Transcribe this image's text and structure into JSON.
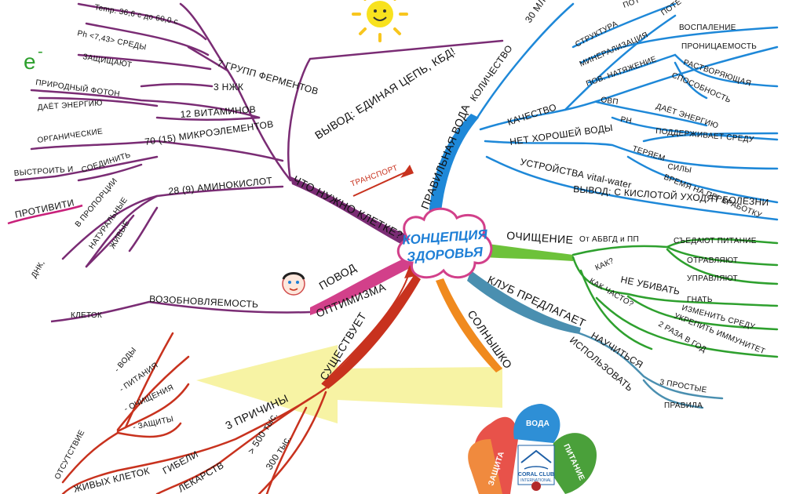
{
  "center": {
    "line1": "КОНЦЕПЦИЯ",
    "line2": "ЗДОРОВЬЯ"
  },
  "electron": "e",
  "electron_sup": "-",
  "transport": "ТРАНСПОРТ",
  "left_top": {
    "what_cell_needs": "ЧТО НУЖНО КЛЕТКЕ?",
    "conclusion": "ВЫВОД: ЕДИНАЯ ЦЕПЬ, КБД!",
    "enzymes": "7 ГРУПП ФЕРМЕНТОВ",
    "temp": "Temp. 36,6 c до 60,0 c",
    "ph": "Ph <7,43>  СРЕДЫ",
    "protect": "ЗАЩИЩАЮТ",
    "efa": "3 НЖК",
    "vitamins": "12 ВИТАМИНОВ",
    "photon": "ПРИРОДНЫЙ ФОТОН",
    "energy": "ДАЁТ ЭНЕРГИЮ",
    "microelements": "70 (15) МИКРОЭЛЕМЕНТОВ",
    "organic": "ОРГАНИЧЕСКИЕ",
    "build": "ВЫСТРОИТЬ И",
    "connect": "СОЕДИНИТЬ",
    "aminoacids": "28 (9) АМИНОКИСЛОТ",
    "proportion": "В ПРОПОРЦИИ",
    "natural": "НАТУРАЛЬНЫЕ",
    "living": "ЖИВЫЕ",
    "against": "ПРОТИВИТИ",
    "dna": "ДНК,"
  },
  "left_mid": {
    "reason": "ПОВОД",
    "optimism": "ОПТИМИЗМА",
    "renewal": "ВОЗОБНОВЛЯЕМОСТЬ",
    "cells": "КЛЕТОК"
  },
  "left_bottom": {
    "exists": "СУЩЕСТВУЕТ",
    "three_reasons": "3 ПРИЧИНЫ",
    "water": "- ВОДЫ",
    "food": "- ПИТАНИЯ",
    "cleansing": "- ОЧИЩЕНИЯ",
    "protection": "- ЗАЩИТЫ",
    "absence": "ОТСУТСТВИЕ",
    "living_cells": "ЖИВЫХ КЛЕТОК",
    "death": "ГИБЕЛИ",
    "drugs": "ЛЕКАРСТВ",
    "k500": "> 500 тыс.",
    "k300": "300 тыс."
  },
  "right_top": {
    "right_water": "ПРАВИЛЬНАЯ ВОДА",
    "quantity": "КОЛИЧЕСТВО",
    "ml30": "30 МЛ Н",
    "quality": "КАЧЕСТВО",
    "structure": "СТРУКТУРА",
    "mineralization": "МИНЕРАЛИЗАЦИЯ",
    "tension": "ПОВ. НАТЯЖЕНИЕ",
    "pot": "ПОТ",
    "pote": "ПОТЕ",
    "inflammation": "ВОСПАЛЕНИЕ",
    "permeability": "ПРОНИЦАЕМОСТЬ",
    "dissolving": "РАСТВОРЯЮЩАЯ",
    "ability": "СПОСОБНОСТЬ",
    "ovp": "ОВП",
    "gives_energy": "ДАЁТ ЭНЕРГИЮ",
    "rn": "РН",
    "supports_env": "ПОДДЕРЖИВАЕТ СРЕДУ",
    "no_good_water": "НЕТ ХОРОШЕЙ ВОДЫ",
    "lose": "ТЕРЯЕМ",
    "strength": "СИЛЫ",
    "time_processing": "ВРЕМЯ НА ПЕРЕРАБОТКУ",
    "device": "УСТРОЙСТВА vital-water",
    "conclusion_acid": "ВЫВОД: С КИСЛОТОЙ УХОДЯТ БОЛЕЗНИ"
  },
  "right_bottom": {
    "cleansing": "ОЧИЩЕНИЕ",
    "from_abvgd": "От АБВГД и ПП",
    "eat_food": "СЪЕДАЮТ ПИТАНИЕ",
    "poison": "ОТРАВЛЯЮТ",
    "manage": "УПРАВЛЯЮТ",
    "how": "КАК?",
    "not_kill": "НЕ УБИВАТЬ",
    "how_often": "КАК ЧАСТО?",
    "drive": "ГНАТЬ",
    "change_env": "ИЗМЕНИТЬ СРЕДУ",
    "strengthen": "УКРЕПИТЬ ИММУНИТЕТ",
    "twice": "2 РАЗА В ГОД",
    "club_offers": "КЛУБ ПРЕДЛАГАЕТ",
    "learn": "НАУЧИТЬСЯ",
    "use": "ИСПОЛЬЗОВАТЬ",
    "simple": "3 ПРОСТЫЕ",
    "rules": "ПРАВИЛА",
    "sun": "СОЛНЫШКО"
  },
  "flower": {
    "water": "ВОДА",
    "food": "ПИТАНИЕ",
    "protection": "ЗАЩИТА",
    "brand1": "CORAL CLUB",
    "brand2": "INTERNATIONAL"
  },
  "colors": {
    "purple": "#7a2c74",
    "blue": "#1e88d8",
    "green": "#3aa83a",
    "red": "#c8321e",
    "orange": "#f08a1e",
    "pink": "#d2408a",
    "teal": "#4a8fb0",
    "sun": "#f8e21e",
    "arrow_yellow": "#f4f08a"
  }
}
